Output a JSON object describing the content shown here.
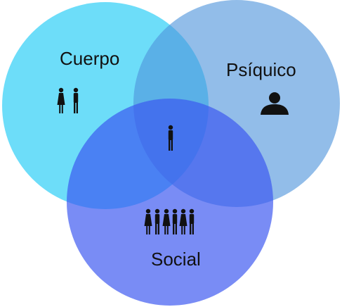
{
  "sets": [
    {
      "key": "cuerpo",
      "label": "Cuerpo",
      "color": "#35d0f6",
      "icon": "couple-icon"
    },
    {
      "key": "psiquico",
      "label": "Psíquico",
      "color": "#67a9e7",
      "icon": "bust-icon"
    },
    {
      "key": "social",
      "label": "Social",
      "color": "#5572f5",
      "icon": "crowd-icon"
    }
  ],
  "center": {
    "icon": "person-icon"
  },
  "colors": {
    "background": "#ffffff",
    "icons": "#111111"
  }
}
